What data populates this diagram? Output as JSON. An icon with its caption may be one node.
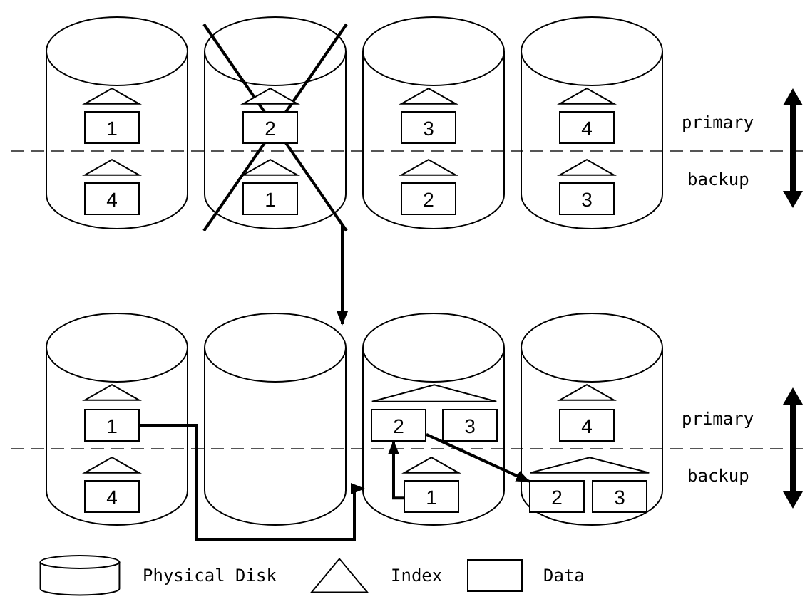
{
  "diagram": {
    "nodes": [
      {
        "text": [],
        "shape": "cylinder"
      },
      {
        "text": [],
        "shape": "triangle",
        "in": 0
      },
      {
        "text": [
          "1"
        ],
        "in": 0
      },
      {
        "text": [],
        "shape": "triangle",
        "in": 0
      },
      {
        "text": [
          "4"
        ],
        "in": 0
      },
      {
        "text": [],
        "shape": "cylinder"
      },
      {
        "text": [],
        "shape": "triangle",
        "in": 5
      },
      {
        "text": [
          "2"
        ],
        "in": 5
      },
      {
        "text": [],
        "shape": "triangle",
        "in": 5
      },
      {
        "text": [
          "1"
        ],
        "in": 5
      },
      {
        "text": [],
        "shape": "cylinder"
      },
      {
        "text": [],
        "shape": "triangle",
        "in": 10
      },
      {
        "text": [
          "3"
        ],
        "in": 10
      },
      {
        "text": [],
        "shape": "triangle",
        "in": 10
      },
      {
        "text": [
          "2"
        ],
        "in": 10
      },
      {
        "text": [],
        "shape": "cylinder"
      },
      {
        "text": [],
        "shape": "triangle",
        "in": 15
      },
      {
        "text": [
          "4"
        ],
        "in": 15
      },
      {
        "text": [],
        "shape": "triangle",
        "in": 15
      },
      {
        "text": [
          "3"
        ],
        "in": 15
      },
      {
        "text": [],
        "shape": "cylinder"
      },
      {
        "text": [],
        "shape": "triangle",
        "in": 20
      },
      {
        "text": [
          "1"
        ],
        "in": 20
      },
      {
        "text": [],
        "shape": "triangle",
        "in": 20
      },
      {
        "text": [
          "4"
        ],
        "in": 20
      },
      {
        "text": [],
        "shape": "cylinder"
      },
      {
        "text": [],
        "shape": "cylinder"
      },
      {
        "text": [],
        "shape": "triangle",
        "in": 26
      },
      {
        "text": [
          "2"
        ],
        "in": 26
      },
      {
        "text": [
          "3"
        ],
        "in": 26
      },
      {
        "text": [],
        "shape": "triangle",
        "in": 26
      },
      {
        "text": [
          "1"
        ],
        "in": 26
      },
      {
        "text": [],
        "shape": "cylinder"
      },
      {
        "text": [],
        "shape": "triangle",
        "in": 32
      },
      {
        "text": [
          "4"
        ],
        "in": 32
      },
      {
        "text": [],
        "shape": "triangle",
        "in": 32
      },
      {
        "text": [
          "2"
        ],
        "in": 32
      },
      {
        "text": [
          "3"
        ],
        "in": 32
      }
    ],
    "edges": [
      {
        "from": 5,
        "to": 25,
        "arrow": "to"
      },
      {
        "from": 22,
        "to": 26,
        "arrow": "to"
      },
      {
        "from": 31,
        "to": 28,
        "arrow": "to"
      },
      {
        "from": 28,
        "to": 36,
        "arrow": "to"
      }
    ],
    "labels": [
      "primary",
      "backup",
      "primary",
      "backup"
    ],
    "legend": [
      {
        "text": "Physical Disk"
      },
      {
        "text": "Index"
      },
      {
        "text": "Data"
      }
    ]
  }
}
